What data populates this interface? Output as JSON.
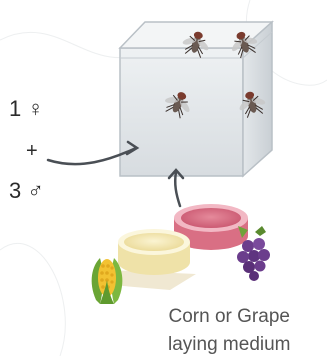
{
  "cross": {
    "female": "1 ♀",
    "plus": "+",
    "male": "3 ♂"
  },
  "medium": {
    "line1": "Corn or Grape",
    "line2": "laying medium"
  },
  "icons": [
    "fly-icon",
    "corn-icon",
    "grape-icon",
    "arrow-icon"
  ],
  "colors": {
    "container": "#d9dde0",
    "grape_dish": "#e07a8f",
    "corn_dish": "#f3e9b8",
    "grapes": "#6b3d8c",
    "corn": "#f2c232",
    "text": "#2b2b2b"
  }
}
